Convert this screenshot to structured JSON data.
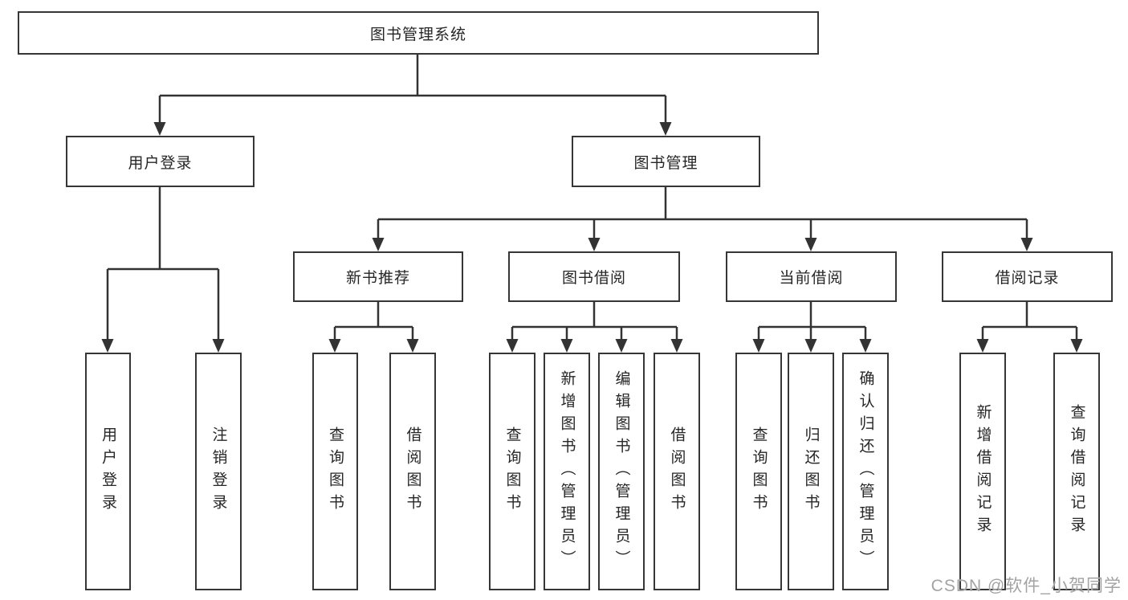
{
  "tree": {
    "label": "图书管理系统",
    "children": [
      {
        "label": "用户登录",
        "children": [
          {
            "label": "用户登录"
          },
          {
            "label": "注销登录"
          }
        ]
      },
      {
        "label": "图书管理",
        "children": [
          {
            "label": "新书推荐",
            "children": [
              {
                "label": "查询图书"
              },
              {
                "label": "借阅图书"
              }
            ]
          },
          {
            "label": "图书借阅",
            "children": [
              {
                "label": "查询图书"
              },
              {
                "label": "新增图书（管理员）"
              },
              {
                "label": "编辑图书（管理员）"
              },
              {
                "label": "借阅图书"
              }
            ]
          },
          {
            "label": "当前借阅",
            "children": [
              {
                "label": "查询图书"
              },
              {
                "label": "归还图书"
              },
              {
                "label": "确认归还（管理员）"
              }
            ]
          },
          {
            "label": "借阅记录",
            "children": [
              {
                "label": "新增借阅记录"
              },
              {
                "label": "查询借阅记录"
              }
            ]
          }
        ]
      }
    ]
  },
  "watermark": {
    "text": "CSDN @软件_小贺同学"
  },
  "colors": {
    "line": "#333333",
    "box_border": "#363636",
    "text": "#262626",
    "watermark": "#a3a3a3",
    "background": "#ffffff"
  }
}
